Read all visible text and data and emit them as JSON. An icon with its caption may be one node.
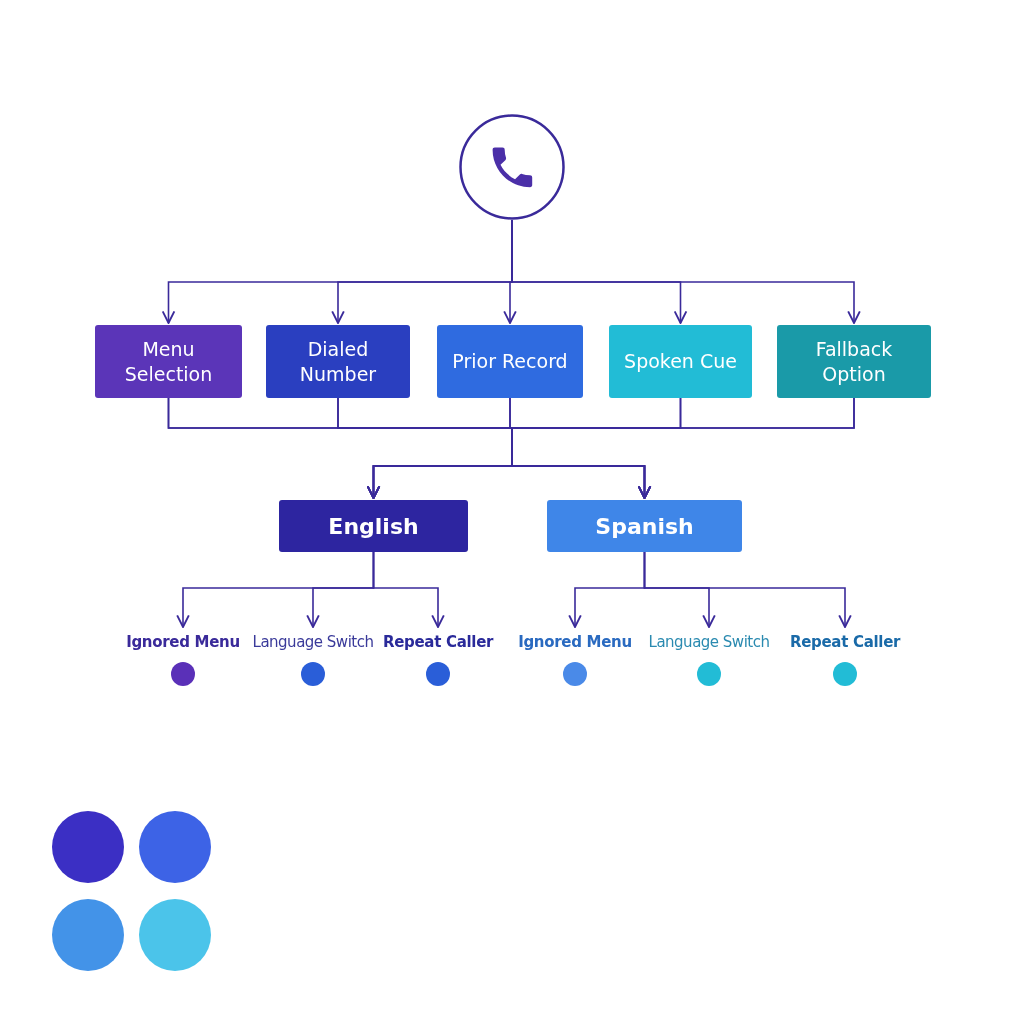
{
  "diagram": {
    "nodes": [
      {
        "text": [],
        "shape": "circle"
      },
      {
        "text": [
          "Menu Selection"
        ]
      },
      {
        "text": [
          "Dialed Number"
        ]
      },
      {
        "text": [
          "Prior Record"
        ]
      },
      {
        "text": [
          "Spoken Cue"
        ]
      },
      {
        "text": [
          "Fallback Option"
        ]
      },
      {
        "text": [
          "English"
        ]
      },
      {
        "text": [
          "Spanish"
        ]
      },
      {
        "text": [
          "Ignored Menu"
        ]
      },
      {
        "text": [
          "Language Switch"
        ]
      },
      {
        "text": [
          "Repeat Caller"
        ]
      },
      {
        "text": [
          "Ignored Menu"
        ]
      },
      {
        "text": [
          "Language Switch"
        ]
      },
      {
        "text": [
          "Repeat Caller"
        ]
      }
    ],
    "edges": [
      {
        "from": 0,
        "to": 1,
        "arrow": "to"
      },
      {
        "from": 0,
        "to": 2,
        "arrow": "to"
      },
      {
        "from": 0,
        "to": 3,
        "arrow": "to"
      },
      {
        "from": 0,
        "to": 4,
        "arrow": "to"
      },
      {
        "from": 0,
        "to": 5,
        "arrow": "to"
      },
      {
        "from": 1,
        "to": 6,
        "arrow": "to"
      },
      {
        "from": 2,
        "to": 6,
        "arrow": "to"
      },
      {
        "from": 3,
        "to": 6,
        "arrow": "to"
      },
      {
        "from": 4,
        "to": 6,
        "arrow": "to"
      },
      {
        "from": 5,
        "to": 6,
        "arrow": "to"
      },
      {
        "from": 1,
        "to": 7,
        "arrow": "to"
      },
      {
        "from": 2,
        "to": 7,
        "arrow": "to"
      },
      {
        "from": 3,
        "to": 7,
        "arrow": "to"
      },
      {
        "from": 4,
        "to": 7,
        "arrow": "to"
      },
      {
        "from": 5,
        "to": 7,
        "arrow": "to"
      },
      {
        "from": 6,
        "to": 8,
        "arrow": "to"
      },
      {
        "from": 6,
        "to": 9,
        "arrow": "to"
      },
      {
        "from": 6,
        "to": 10,
        "arrow": "to"
      },
      {
        "from": 7,
        "to": 11,
        "arrow": "to"
      },
      {
        "from": 7,
        "to": 12,
        "arrow": "to"
      },
      {
        "from": 7,
        "to": 13,
        "arrow": "to"
      }
    ]
  }
}
